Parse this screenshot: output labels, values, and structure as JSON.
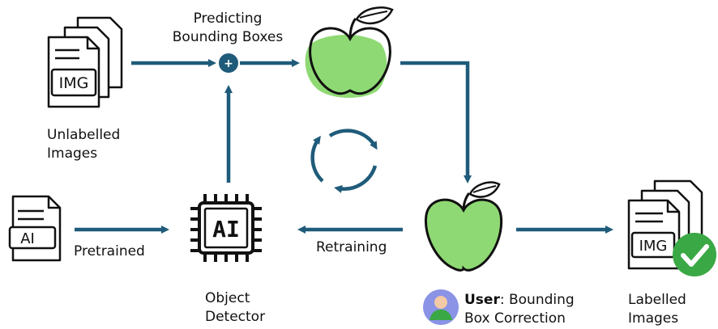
{
  "labels": {
    "predicting_line1": "Predicting",
    "predicting_line2": "Bounding Boxes",
    "unlabelled_line1": "Unlabelled",
    "unlabelled_line2": "Images",
    "pretrained": "Pretrained",
    "object_line1": "Object",
    "object_line2": "Detector",
    "retraining": "Retraining",
    "user_bold": "User",
    "user_rest": ": Bounding",
    "user_line2": "Box Correction",
    "labelled_line1": "Labelled",
    "labelled_line2": "Images"
  },
  "icons": {
    "img_text": "IMG",
    "ai_file_text": "AI",
    "chip_text": "AI",
    "plus_symbol": "+"
  },
  "colors": {
    "arrow": "#1f5b7a",
    "apple_green": "#8fd974",
    "check_green": "#3aa845",
    "avatar_bg": "#8a93e6"
  }
}
